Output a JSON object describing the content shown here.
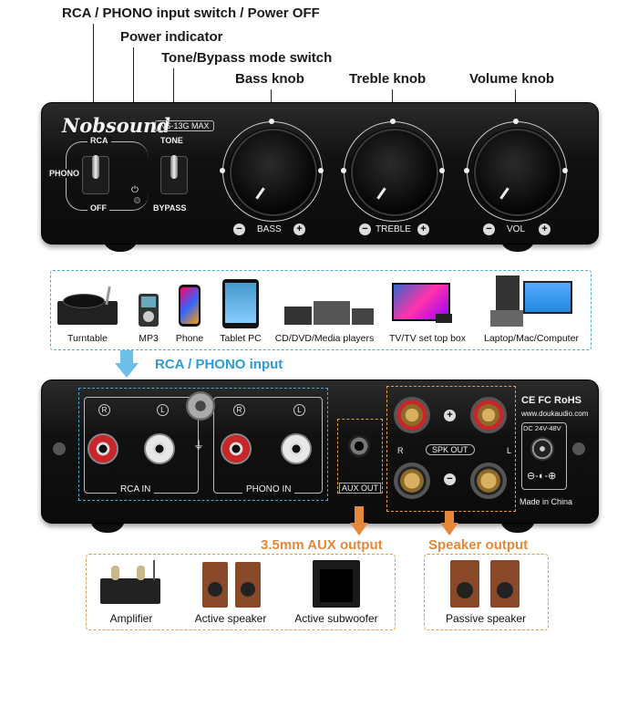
{
  "callouts": {
    "rca_phono_switch": "RCA / PHONO input switch / Power OFF",
    "power_indicator": "Power indicator",
    "tone_bypass_switch": "Tone/Bypass mode switch",
    "bass_knob": "Bass knob",
    "treble_knob": "Treble knob",
    "volume_knob": "Volume knob",
    "rca_phono_input": "RCA / PHONO input",
    "aux_output": "3.5mm AUX output",
    "speaker_output": "Speaker output"
  },
  "front_panel": {
    "brand": "Nobsound",
    "model": "NS-13G MAX",
    "switch1": {
      "top": "RCA",
      "side": "PHONO",
      "bottom": "OFF"
    },
    "switch2": {
      "top": "TONE",
      "bottom": "BYPASS"
    },
    "knobs": [
      {
        "label": "BASS",
        "minus": "−",
        "plus": "+"
      },
      {
        "label": "TREBLE",
        "minus": "−",
        "plus": "+"
      },
      {
        "label": "VOL",
        "minus": "−",
        "plus": "+"
      }
    ]
  },
  "sources": [
    {
      "label": "Turntable",
      "icon": "turntable-icon"
    },
    {
      "label": "MP3",
      "icon": "mp3-player-icon"
    },
    {
      "label": "Phone",
      "icon": "phone-icon"
    },
    {
      "label": "Tablet PC",
      "icon": "tablet-icon"
    },
    {
      "label": "CD/DVD/Media players",
      "icon": "media-player-icon"
    },
    {
      "label": "TV/TV set top box",
      "icon": "tv-icon"
    },
    {
      "label": "Laptop/Mac/Computer",
      "icon": "computer-icon"
    }
  ],
  "back_panel": {
    "rca_in": "RCA IN",
    "phono_in": "PHONO IN",
    "r": "R",
    "l": "L",
    "aux_out": "AUX OUT",
    "spk_out": "SPK OUT",
    "plus": "+",
    "minus": "−",
    "certs": "CE FC RoHS",
    "website": "www.doukaudio.com",
    "dc": "DC 24V-48V",
    "made_in": "Made in China"
  },
  "aux_devices": [
    {
      "label": "Amplifier",
      "icon": "amplifier-icon"
    },
    {
      "label": "Active speaker",
      "icon": "active-speaker-icon"
    },
    {
      "label": "Active subwoofer",
      "icon": "subwoofer-icon"
    }
  ],
  "speaker_devices": [
    {
      "label": "Passive speaker",
      "icon": "passive-speaker-icon"
    }
  ],
  "colors": {
    "accent_blue": "#2e9bd6",
    "accent_orange": "#e5883a",
    "rca_red": "#c8262b",
    "rca_white": "#e8e8e8"
  }
}
